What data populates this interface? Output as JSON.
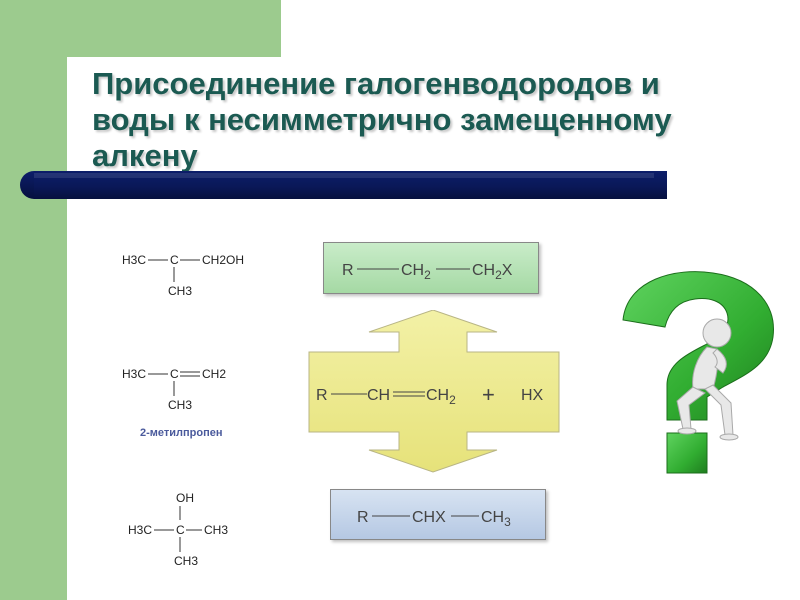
{
  "slide": {
    "title_lines": [
      "Присоединение галогенводородов и",
      "воды к несимметрично замещенному",
      "алкену"
    ],
    "colors": {
      "title": "#1b5a52",
      "green_accent": "#9ccb8e",
      "bar": "#0a1858",
      "box_top": "#a5d9a4",
      "box_bottom": "#b5c8e3",
      "arrow": "#eeeb8a",
      "question_mark": "#3cba3c"
    }
  },
  "molecules": {
    "m1": {
      "h3c": "H3C",
      "c": "C",
      "ch2oh": "CH2OH",
      "ch3": "CH3"
    },
    "m2": {
      "h3c": "H3C",
      "c": "C",
      "ch2": "CH2",
      "ch3": "CH3",
      "name": "2-метилпропен"
    },
    "m3": {
      "oh": "OH",
      "h3c": "H3C",
      "c": "C",
      "ch3_right": "CH3",
      "ch3_bottom": "CH3"
    }
  },
  "reaction": {
    "top": {
      "r": "R",
      "ch2": "CH",
      "ch2_sub": "2",
      "ch2x": "CH",
      "ch2x_sub": "2",
      "ch2x_tail": "X"
    },
    "middle": {
      "r": "R",
      "ch": "CH",
      "ch2": "CH",
      "ch2_sub": "2",
      "plus": "+",
      "hx": "HX"
    },
    "bottom": {
      "r": "R",
      "chx": "CHX",
      "ch3": "CH",
      "ch3_sub": "3"
    }
  },
  "illustration": {
    "icon": "question-mark-person-icon"
  }
}
